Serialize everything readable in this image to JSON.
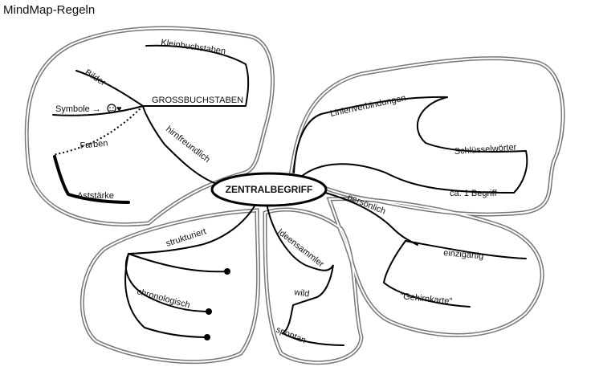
{
  "title": "MindMap-Regeln",
  "center": "ZENTRALBEGRIFF",
  "labels": {
    "kleinbuchstaben": "Kleinbuchstaben",
    "bilder": "Bilder",
    "symbole": "Symbole →",
    "grossbuchstaben": "GROSSBUCHSTABEN",
    "farben": "Farben",
    "hirnfreundlich": "hirnfreundlich",
    "aststaerke": "Aststärke",
    "linienverbindungen": "Linienverbindungen",
    "schluesselwoerter": "Schlüsselwörter",
    "ca1begriff": "ca. 1 Begriff",
    "persoenlich": "persönlich",
    "einzigartig": "einzigartig",
    "gehirnkarte": "\"Gehirnkarte\"",
    "strukturiert": "strukturiert",
    "chronologisch": "chronologisch",
    "ideensammler": "Ideensammler",
    "wild": "wild",
    "spontan": "spontan"
  }
}
